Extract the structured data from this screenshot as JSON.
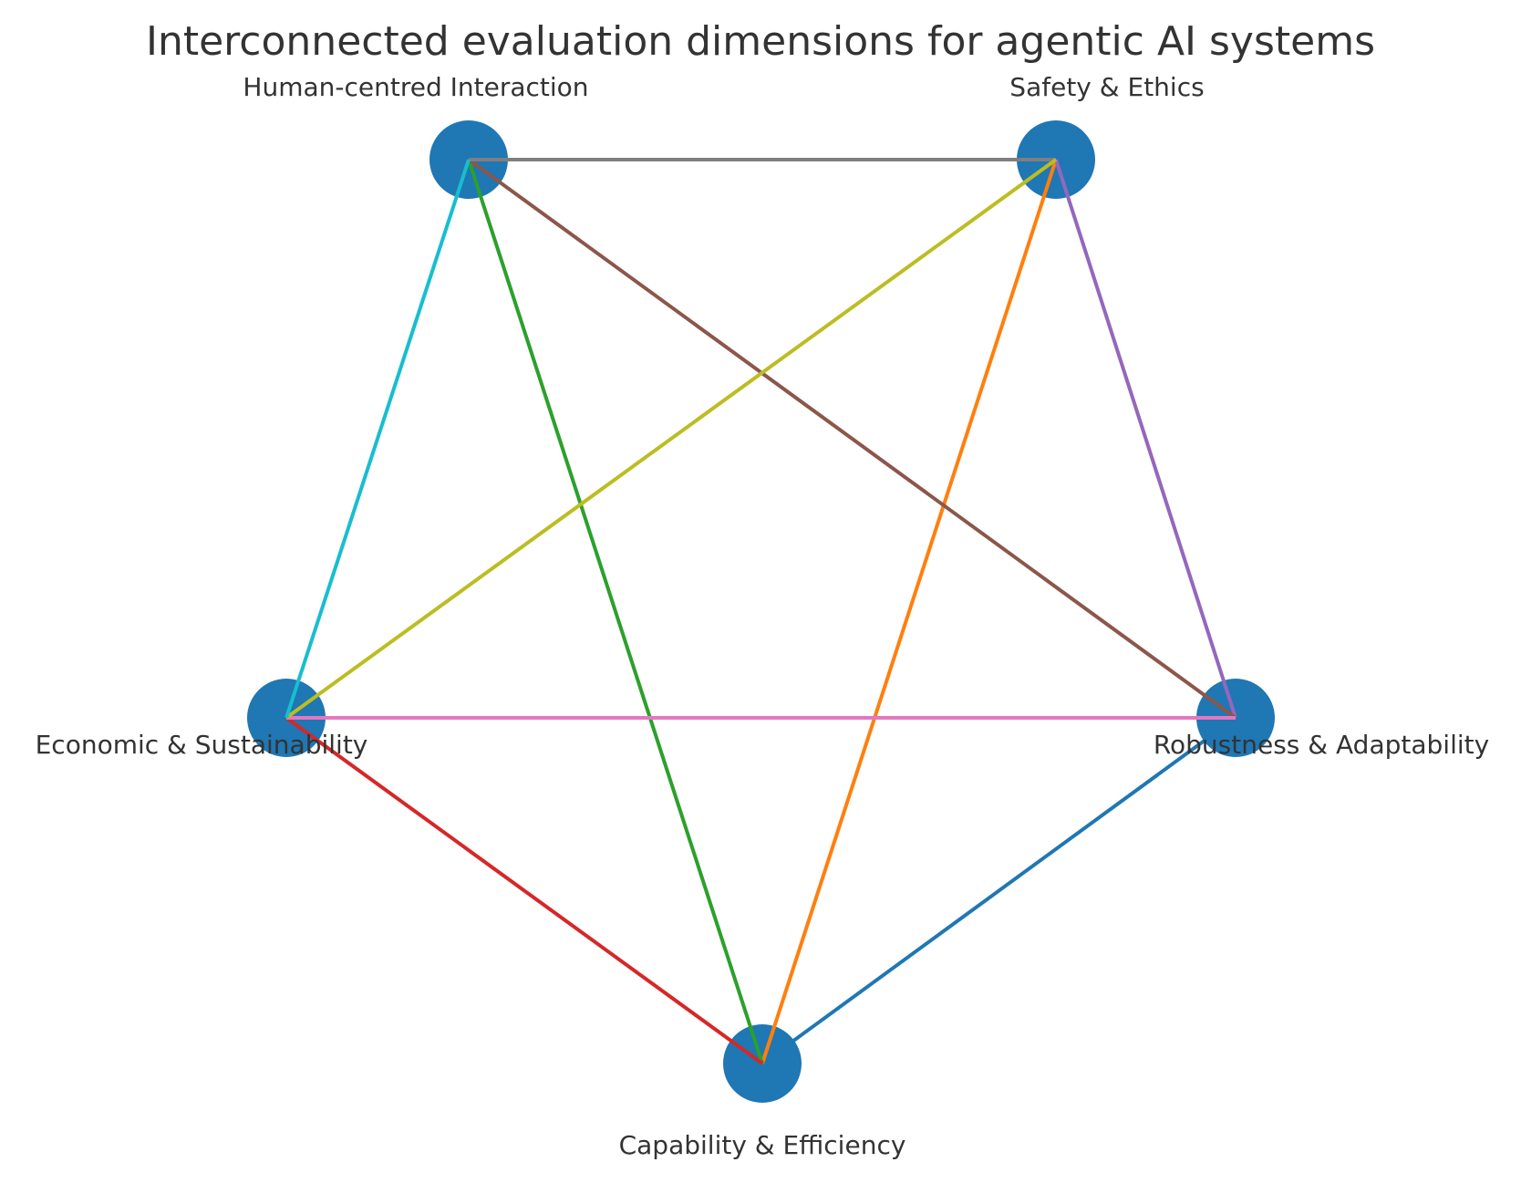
{
  "title": "Interconnected evaluation dimensions for agentic AI systems",
  "node_color": "#1f77b4",
  "nodes": [
    {
      "id": "capability",
      "label": "Capability & Efficiency"
    },
    {
      "id": "robustness",
      "label": "Robustness & Adaptability"
    },
    {
      "id": "safety",
      "label": "Safety & Ethics"
    },
    {
      "id": "human",
      "label": "Human-centred Interaction"
    },
    {
      "id": "economic",
      "label": "Economic & Sustainability"
    }
  ],
  "edges": [
    {
      "from": "capability",
      "to": "robustness",
      "color": "#1f77b4"
    },
    {
      "from": "capability",
      "to": "safety",
      "color": "#ff7f0e"
    },
    {
      "from": "capability",
      "to": "human",
      "color": "#2ca02c"
    },
    {
      "from": "capability",
      "to": "economic",
      "color": "#d62728"
    },
    {
      "from": "robustness",
      "to": "safety",
      "color": "#9467bd"
    },
    {
      "from": "robustness",
      "to": "human",
      "color": "#8c564b"
    },
    {
      "from": "robustness",
      "to": "economic",
      "color": "#e377c2"
    },
    {
      "from": "safety",
      "to": "human",
      "color": "#7f7f7f"
    },
    {
      "from": "safety",
      "to": "economic",
      "color": "#bcbd22"
    },
    {
      "from": "human",
      "to": "economic",
      "color": "#17becf"
    }
  ]
}
